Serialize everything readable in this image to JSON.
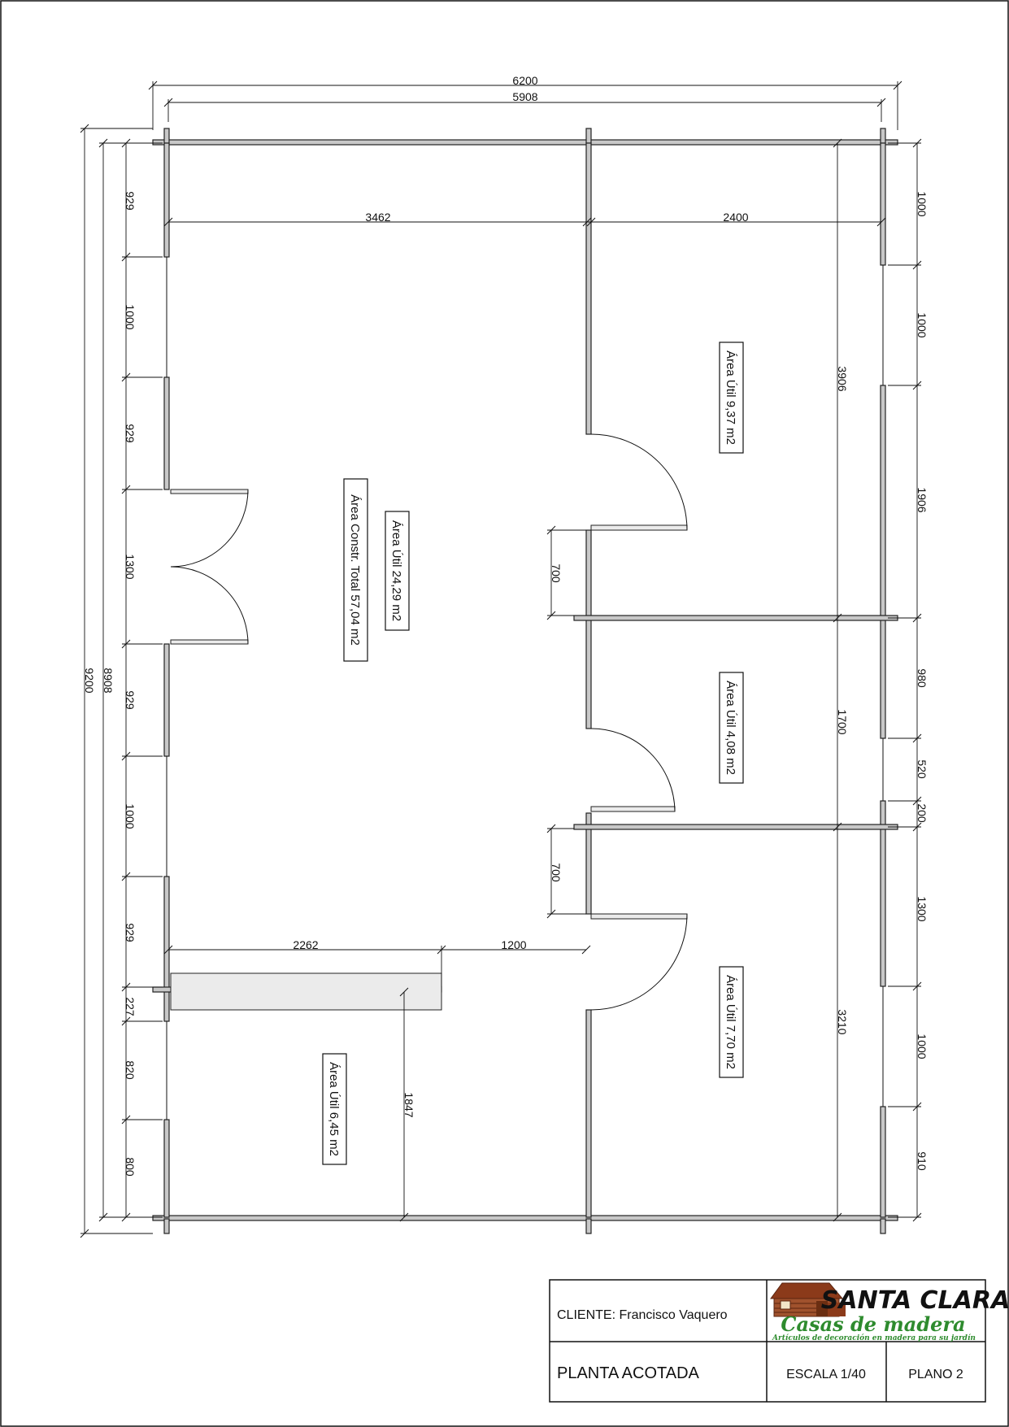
{
  "dimensions": {
    "top": [
      "6200",
      "5908"
    ],
    "interior_top": [
      "3462",
      "2400"
    ],
    "interior_bottom": [
      "2262",
      "1200"
    ],
    "left_outer": [
      "9200",
      "8908"
    ],
    "left_segments": [
      "929",
      "1000",
      "929",
      "1300",
      "929",
      "1000",
      "929",
      "227",
      "820",
      "800"
    ],
    "right_inner": [
      "3906",
      "1700",
      "3210"
    ],
    "right_segments": [
      "1000",
      "1000",
      "1906",
      "980",
      "520",
      "200",
      "1300",
      "1000",
      "910"
    ],
    "corridor": [
      "700",
      "700"
    ],
    "bath_depth": "1847"
  },
  "areas": {
    "total": "Área Constr. Total  57,04 m2",
    "main": "Área Útil 24,29 m2",
    "room_top": "Área Útil 9,37 m2",
    "room_middle": "Área Útil 4,08 m2",
    "room_bottom": "Área Útil 7,70 m2",
    "room_bath": "Área Útil 6,45 m2"
  },
  "title_block": {
    "client_label": "CLIENTE: Francisco Vaquero",
    "title": "PLANTA ACOTADA",
    "scale": "ESCALA 1/40",
    "plan": "PLANO 2",
    "logo_brand": "SANTA CLARA",
    "logo_tagline": "Casas de madera",
    "logo_sub": "Artículos de decoración en madera para su jardín",
    "colors": {
      "brand_brown": "#8b3a1a",
      "tagline_green": "#2e8b2e"
    }
  }
}
